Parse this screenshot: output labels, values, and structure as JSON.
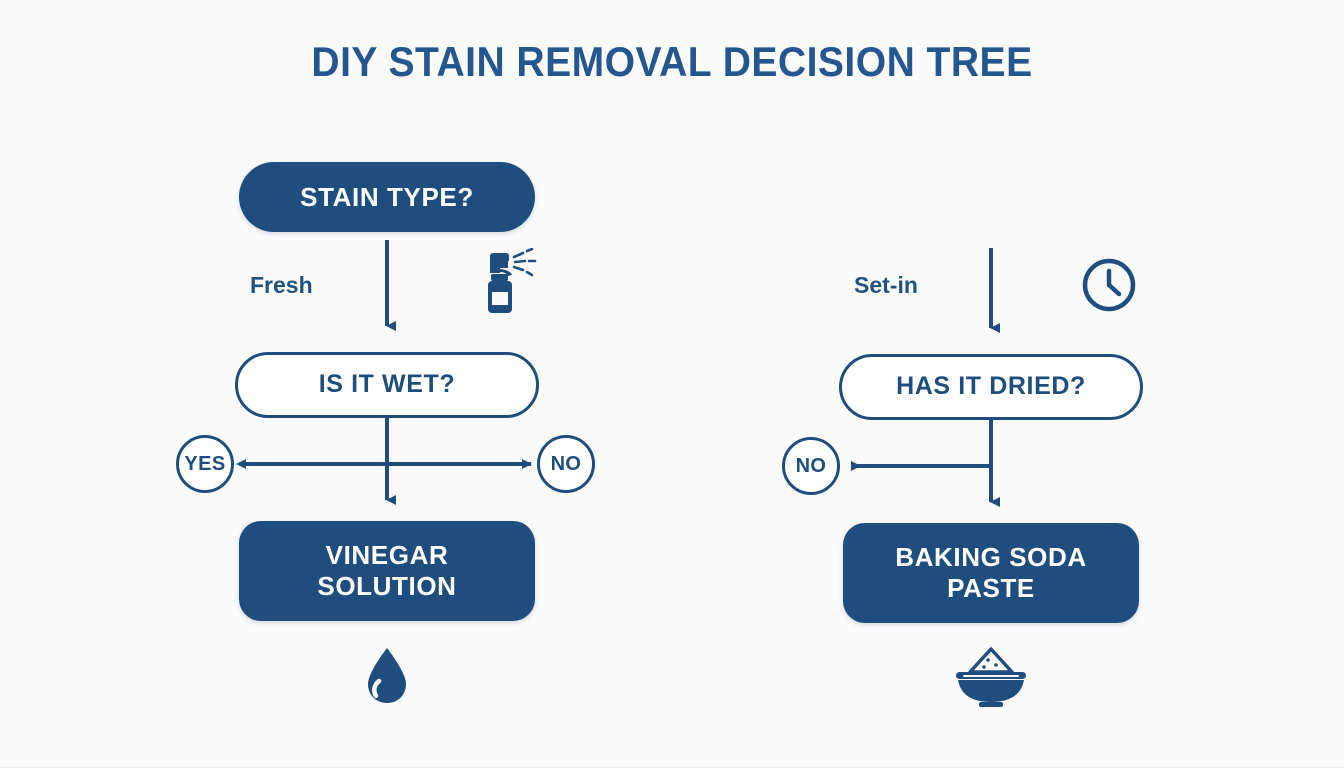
{
  "page": {
    "title": "DIY STAIN REMOVAL DECISION TREE",
    "background_color": "#fbfbfc",
    "accent_color": "#1f4e7e",
    "title_color": "#24578f"
  },
  "tree": {
    "root": {
      "label": "STAIN TYPE?",
      "style": "filled-pill"
    },
    "branches": [
      {
        "key": "fresh",
        "edge_label": "Fresh",
        "edge_icon": "spray-bottle-icon",
        "question": {
          "label": "IS IT WET?",
          "style": "outlined-pill"
        },
        "answers": [
          {
            "label": "YES",
            "side": "left"
          },
          {
            "label": "NO",
            "side": "right"
          }
        ],
        "result": {
          "line1": "VINEGAR",
          "line2": "SOLUTION",
          "style": "filled-box"
        },
        "result_icon": "water-droplet-icon"
      },
      {
        "key": "set-in",
        "edge_label": "Set-in",
        "edge_icon": "clock-icon",
        "question": {
          "label": "HAS IT DRIED?",
          "style": "outlined-pill"
        },
        "answers": [
          {
            "label": "NO",
            "side": "left"
          }
        ],
        "result": {
          "line1": "BAKING SODA",
          "line2": "PASTE",
          "style": "filled-box"
        },
        "result_icon": "bowl-of-powder-icon"
      }
    ]
  }
}
